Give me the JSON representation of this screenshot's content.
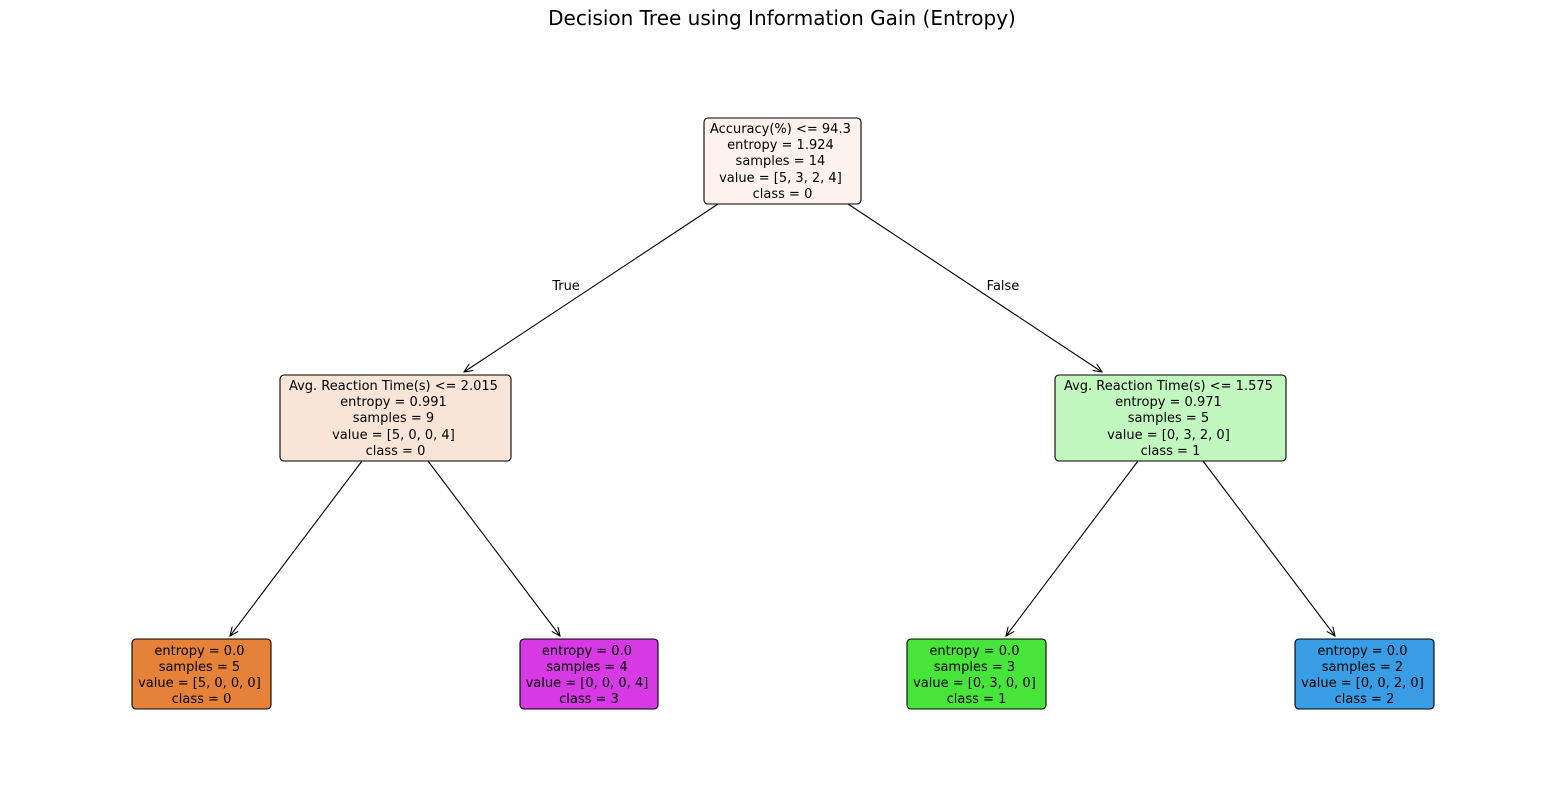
{
  "title": "Decision Tree using Information Gain (Entropy)",
  "edge_labels": {
    "true_label": "True",
    "false_label": "False"
  },
  "nodes": [
    {
      "id": "root",
      "color": "#fdf2ed",
      "lines": [
        "Accuracy(%) <= 94.3",
        "entropy = 1.924",
        "samples = 14",
        "value = [5, 3, 2, 4]",
        "class = 0"
      ]
    },
    {
      "id": "left",
      "color": "#f9e5d8",
      "lines": [
        "Avg. Reaction Time(s) <= 2.015",
        "entropy = 0.991",
        "samples = 9",
        "value = [5, 0, 0, 4]",
        "class = 0"
      ]
    },
    {
      "id": "right",
      "color": "#c3f7c0",
      "lines": [
        "Avg. Reaction Time(s) <= 1.575",
        "entropy = 0.971",
        "samples = 5",
        "value = [0, 3, 2, 0]",
        "class = 1"
      ]
    },
    {
      "id": "leaf-class-0",
      "color": "#e58139",
      "lines": [
        "entropy = 0.0",
        "samples = 5",
        "value = [5, 0, 0, 0]",
        "class = 0"
      ]
    },
    {
      "id": "leaf-class-3",
      "color": "#d739e5",
      "lines": [
        "entropy = 0.0",
        "samples = 4",
        "value = [0, 0, 0, 4]",
        "class = 3"
      ]
    },
    {
      "id": "leaf-class-1",
      "color": "#47e539",
      "lines": [
        "entropy = 0.0",
        "samples = 3",
        "value = [0, 3, 0, 0]",
        "class = 1"
      ]
    },
    {
      "id": "leaf-class-2",
      "color": "#399de5",
      "lines": [
        "entropy = 0.0",
        "samples = 2",
        "value = [0, 0, 2, 0]",
        "class = 2"
      ]
    }
  ]
}
